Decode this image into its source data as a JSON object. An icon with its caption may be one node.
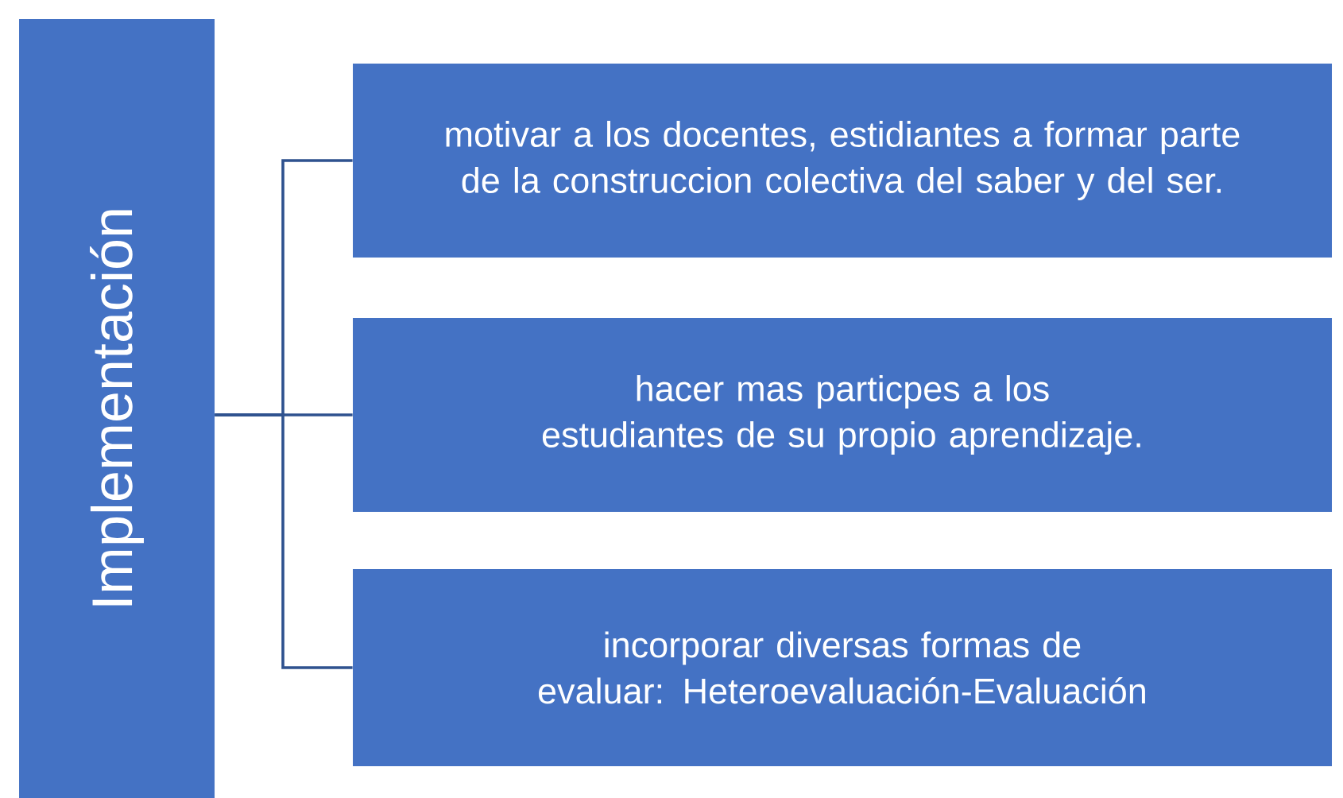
{
  "diagram": {
    "nodes": [
      {
        "text": [
          "Implementación"
        ]
      },
      {
        "text": [
          "motivar a los docentes, estidiantes a formar parte de la construccion colectiva del saber y del ser."
        ]
      },
      {
        "text": [
          "hacer mas particpes a los estudiantes de su propio aprendizaje."
        ]
      },
      {
        "text": [
          "incorporar diversas formas de evaluar: Heteroevaluación-Evaluación"
        ]
      }
    ],
    "edges": [
      {
        "from": 0,
        "to": 1,
        "arrow": "none"
      },
      {
        "from": 0,
        "to": 2,
        "arrow": "none"
      },
      {
        "from": 0,
        "to": 3,
        "arrow": "none"
      }
    ]
  }
}
